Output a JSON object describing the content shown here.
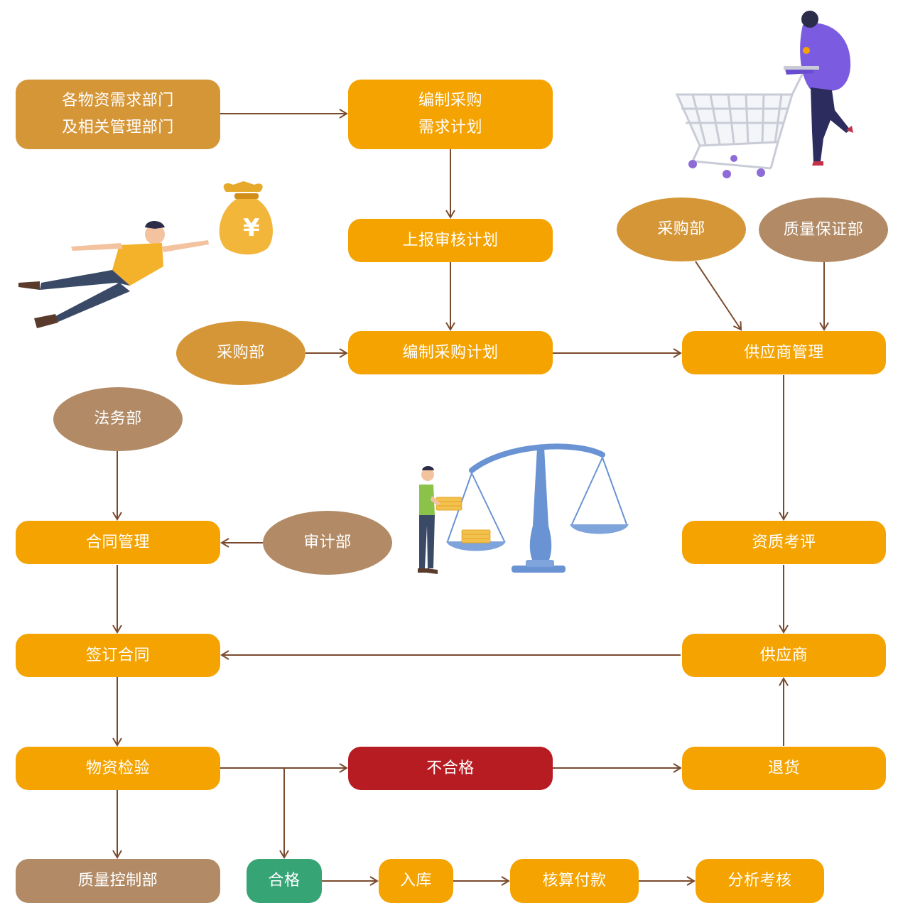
{
  "nodes": {
    "demand_depts_line1": "各物资需求部门",
    "demand_depts_line2": "及相关管理部门",
    "draft_demand_line1": "编制采购",
    "draft_demand_line2": "需求计划",
    "report_review": "上报审核计划",
    "procurement_dept_left": "采购部",
    "draft_purchase_plan": "编制采购计划",
    "procurement_dept_right": "采购部",
    "qa_dept": "质量保证部",
    "supplier_mgmt": "供应商管理",
    "legal_dept": "法务部",
    "contract_mgmt": "合同管理",
    "audit_dept": "审计部",
    "qualification_review": "资质考评",
    "sign_contract": "签订合同",
    "supplier": "供应商",
    "material_inspection": "物资检验",
    "unqualified": "不合格",
    "return_goods": "退货",
    "quality_control_dept": "质量控制部",
    "qualified": "合格",
    "warehousing": "入库",
    "settle_payment": "核算付款",
    "analysis_assessment": "分析考核"
  },
  "colors": {
    "orange": "#F4A300",
    "ochre": "#D59638",
    "brown": "#B28B66",
    "red": "#B71C22",
    "green": "#36A474",
    "arrow": "#7A4A2E"
  },
  "illustrations": {
    "top_right": "shopping-cart-person",
    "left": "flying-person-money-bag",
    "money_symbol": "¥",
    "center": "balance-scale-coins-person"
  }
}
